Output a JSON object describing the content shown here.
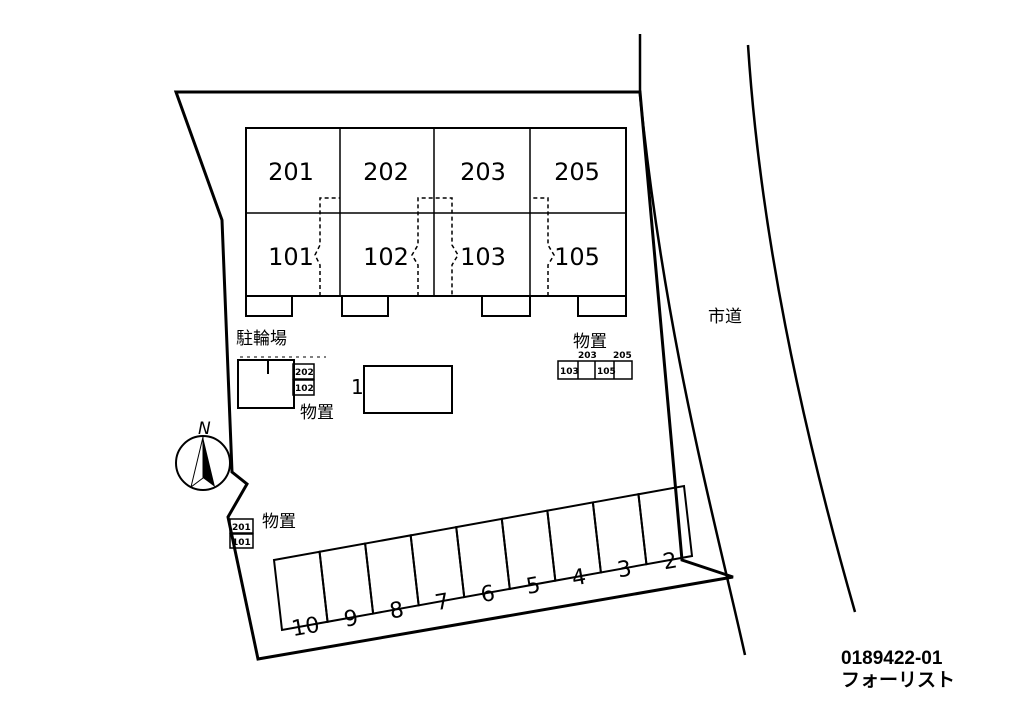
{
  "map": {
    "units_upper": [
      "201",
      "202",
      "203",
      "205"
    ],
    "units_lower": [
      "101",
      "102",
      "103",
      "105"
    ],
    "labels": {
      "bicycle_parking": "駐輪場",
      "storage": "物置",
      "city_road": "市道",
      "north": "N",
      "car_space_1": "1"
    },
    "storage_tags": {
      "left_a": "202",
      "left_b": "102",
      "bottom_a": "201",
      "bottom_b": "101",
      "right_a": "203",
      "right_b": "205",
      "right_c": "103",
      "right_d": "105"
    },
    "parking_numbers": [
      "10",
      "9",
      "8",
      "7",
      "6",
      "5",
      "4",
      "3",
      "2"
    ]
  },
  "footer": {
    "code": "0189422-01",
    "company": "フォーリスト"
  }
}
